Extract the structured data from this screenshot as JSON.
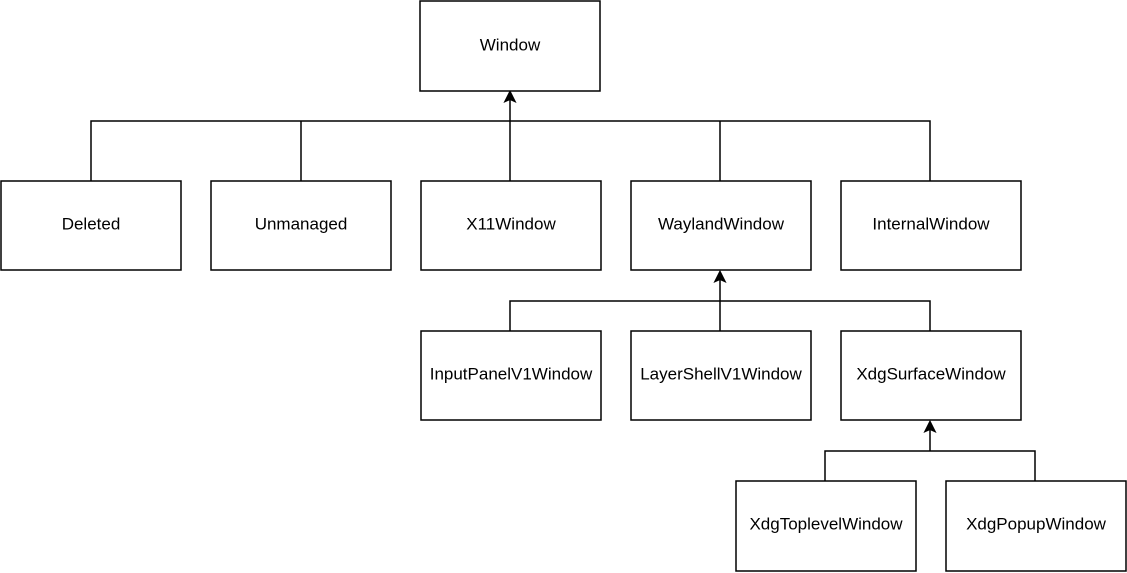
{
  "diagram": {
    "nodes": {
      "window": "Window",
      "deleted": "Deleted",
      "unmanaged": "Unmanaged",
      "x11window": "X11Window",
      "waylandwindow": "WaylandWindow",
      "internalwindow": "InternalWindow",
      "inputpanelv1window": "InputPanelV1Window",
      "layershellv1window": "LayerShellV1Window",
      "xdgsurfacewindow": "XdgSurfaceWindow",
      "xdgtoplevelwindow": "XdgToplevelWindow",
      "xdgpopupwindow": "XdgPopupWindow"
    },
    "inheritance": [
      {
        "child": "Deleted",
        "parent": "Window"
      },
      {
        "child": "Unmanaged",
        "parent": "Window"
      },
      {
        "child": "X11Window",
        "parent": "Window"
      },
      {
        "child": "WaylandWindow",
        "parent": "Window"
      },
      {
        "child": "InternalWindow",
        "parent": "Window"
      },
      {
        "child": "InputPanelV1Window",
        "parent": "WaylandWindow"
      },
      {
        "child": "LayerShellV1Window",
        "parent": "WaylandWindow"
      },
      {
        "child": "XdgSurfaceWindow",
        "parent": "WaylandWindow"
      },
      {
        "child": "XdgToplevelWindow",
        "parent": "XdgSurfaceWindow"
      },
      {
        "child": "XdgPopupWindow",
        "parent": "XdgSurfaceWindow"
      }
    ],
    "colors": {
      "stroke": "#000000",
      "fill": "#ffffff",
      "text": "#000000"
    }
  }
}
